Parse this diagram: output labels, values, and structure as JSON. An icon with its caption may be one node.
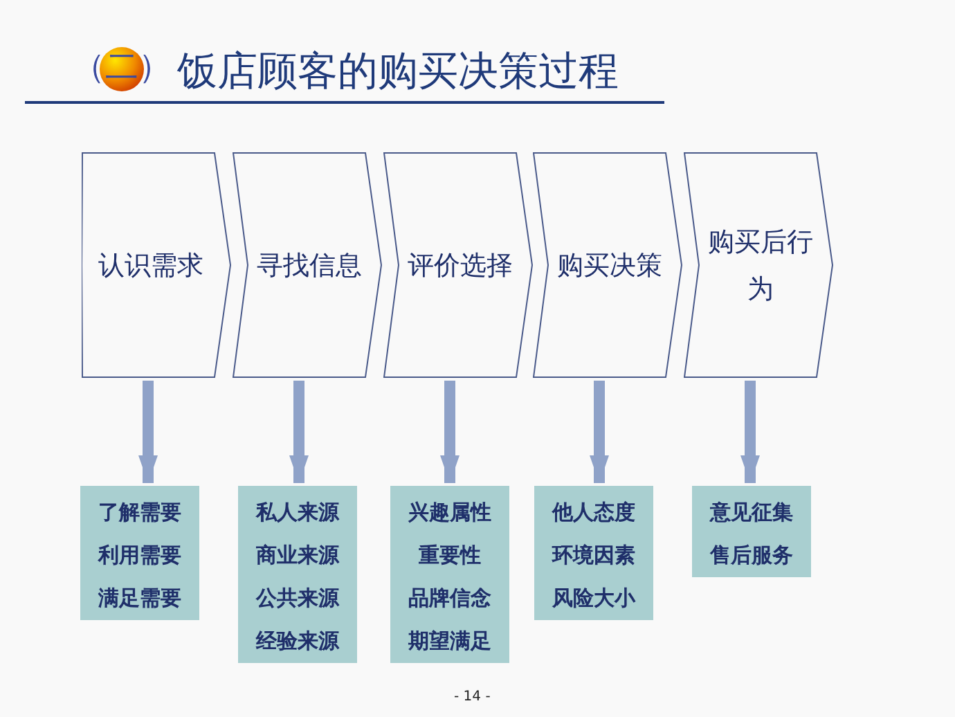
{
  "diagram": {
    "title": "饭店顾客的购买决策过程",
    "nodes": [
      {
        "text": [
          "认识需求"
        ]
      },
      {
        "text": [
          "寻找信息"
        ]
      },
      {
        "text": [
          "评价选择"
        ]
      },
      {
        "text": [
          "购买决策"
        ]
      },
      {
        "text": [
          "购买后行为"
        ]
      },
      {
        "text": [
          "了解需要",
          "利用需要",
          "满足需要"
        ]
      },
      {
        "text": [
          "私人来源",
          "商业来源",
          "公共来源",
          "经验来源"
        ]
      },
      {
        "text": [
          "兴趣属性",
          "重要性",
          "品牌信念",
          "期望满足"
        ]
      },
      {
        "text": [
          "他人态度",
          "环境因素",
          "风险大小"
        ]
      },
      {
        "text": [
          "意见征集",
          "售后服务"
        ]
      }
    ],
    "edges": [
      {
        "from": 0,
        "to": 5,
        "arrow": "to"
      },
      {
        "from": 1,
        "to": 6,
        "arrow": "to"
      },
      {
        "from": 2,
        "to": 7,
        "arrow": "to"
      },
      {
        "from": 3,
        "to": 8,
        "arrow": "to"
      },
      {
        "from": 4,
        "to": 9,
        "arrow": "to"
      }
    ],
    "labels": [
      "（二）",
      "- 14 -"
    ]
  }
}
